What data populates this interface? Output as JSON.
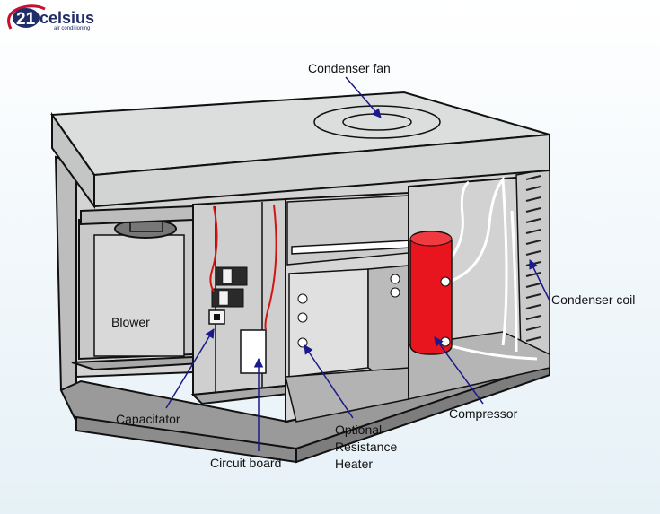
{
  "logo": {
    "number": "21",
    "word": "celsius",
    "subtitle": "air conditioning"
  },
  "labels": {
    "condenser_fan": "Condenser fan",
    "condenser_coil": "Condenser coil",
    "blower": "Blower",
    "capacitator": "Capacitator",
    "circuit_board": "Circuit board",
    "heater_line1": "Optional",
    "heater_line2": "Resistance",
    "heater_line3": "Heater",
    "compressor": "Compressor"
  },
  "colors": {
    "housing": "#c8c8c8",
    "lid": "#d9dbdb",
    "outline": "#111111",
    "arrow": "#1a1a8c",
    "compressor": "#e8141e",
    "wire_red": "#d21414",
    "logo_red": "#c8102e",
    "logo_navy": "#1f2d6b"
  }
}
